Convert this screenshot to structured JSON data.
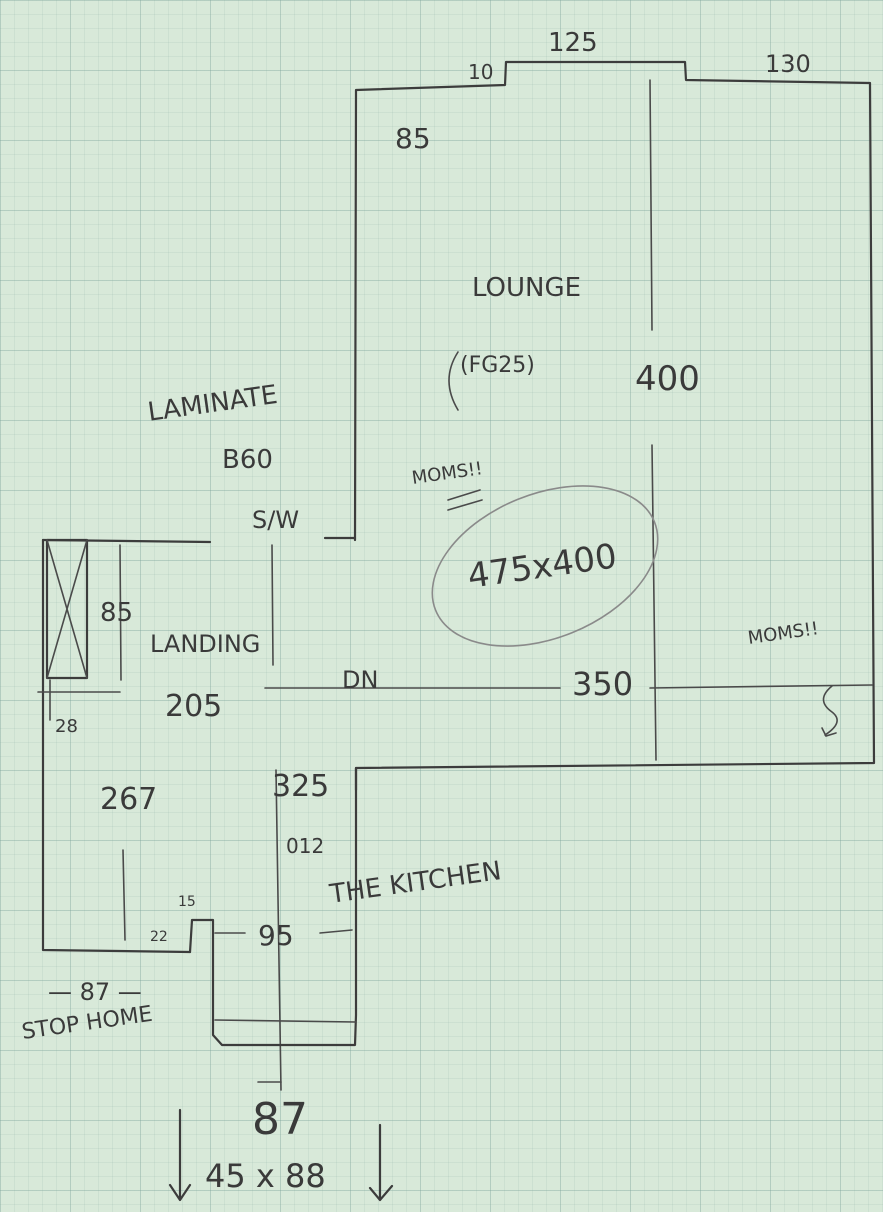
{
  "labels": {
    "top_left_gap": "10",
    "top_step": "125",
    "top_right": "130",
    "lounge_top_85": "85",
    "lounge": "LOUNGE",
    "lounge_note": "(FG25)",
    "lounge_height": "400",
    "laminate": "LAMINATE",
    "laminate_code": "B60",
    "sw": "S/W",
    "mom_1": "MOMS!!",
    "dims_circled": "475x400",
    "landing_85": "85",
    "landing": "LANDING",
    "dn": "DN",
    "lounge_width": "350",
    "mom_2": "MOMS!!",
    "small_28": "28",
    "landing_width": "205",
    "hall_267": "267",
    "hall_325": "325",
    "o12": "012",
    "kitchen": "THE KITCHEN",
    "step_15": "15",
    "step_22": "22",
    "kitchen_95": "95",
    "bottom_87a": "— 87 —",
    "stop_home": "STOP HOME",
    "bottom_87b": "87",
    "bottom_dims": "45 x 88"
  }
}
